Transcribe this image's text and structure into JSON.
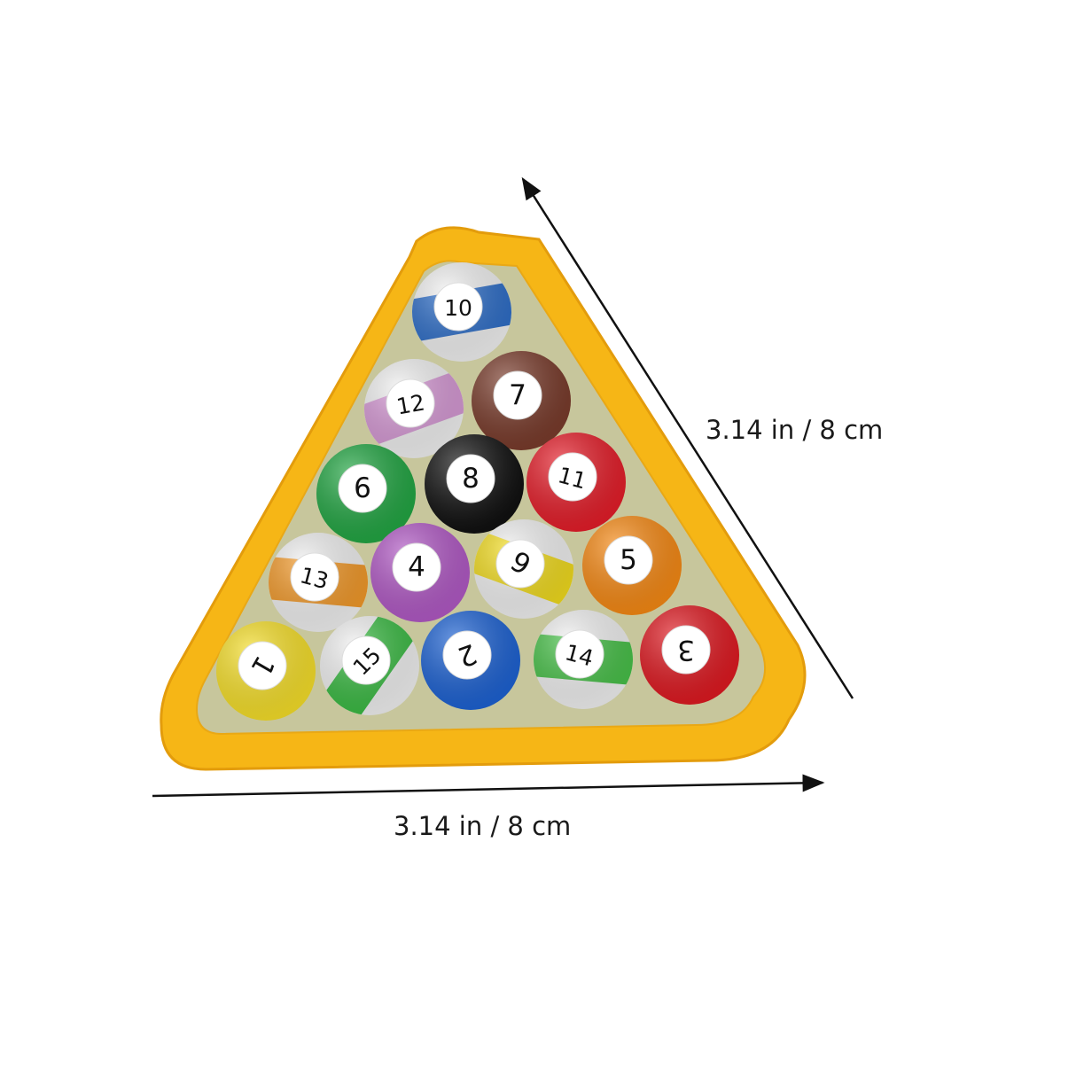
{
  "dimensions": {
    "width_label": "3.14 in / 8 cm",
    "height_label": "3.14 in / 8 cm"
  },
  "colors": {
    "rack": "#f7b81a",
    "rack_dark": "#e39c0c",
    "felt": "#c9c79a",
    "arrow": "#111111",
    "number_ink": "#111111"
  },
  "balls": [
    {
      "number": "10",
      "style": "stripe",
      "color": "#2f6fc9"
    },
    {
      "number": "12",
      "style": "stripe",
      "color": "#d79ad6"
    },
    {
      "number": "7",
      "style": "solid",
      "color": "#7a3c2c"
    },
    {
      "number": "6",
      "style": "solid",
      "color": "#23a744"
    },
    {
      "number": "8",
      "style": "solid",
      "color": "#111111"
    },
    {
      "number": "11",
      "style": "solid",
      "color": "#e61e2a"
    },
    {
      "number": "13",
      "style": "stripe",
      "color": "#f39a2a"
    },
    {
      "number": "4",
      "style": "solid",
      "color": "#b25ac6"
    },
    {
      "number": "9",
      "style": "stripe",
      "color": "#f2dc1f"
    },
    {
      "number": "5",
      "style": "solid",
      "color": "#f78a15"
    },
    {
      "number": "1",
      "style": "solid",
      "color": "#f7e02a"
    },
    {
      "number": "15",
      "style": "stripe",
      "color": "#3cbc45"
    },
    {
      "number": "2",
      "style": "solid",
      "color": "#1e63d4"
    },
    {
      "number": "14",
      "style": "stripe",
      "color": "#49c24a"
    },
    {
      "number": "3",
      "style": "solid",
      "color": "#e01a22"
    }
  ]
}
